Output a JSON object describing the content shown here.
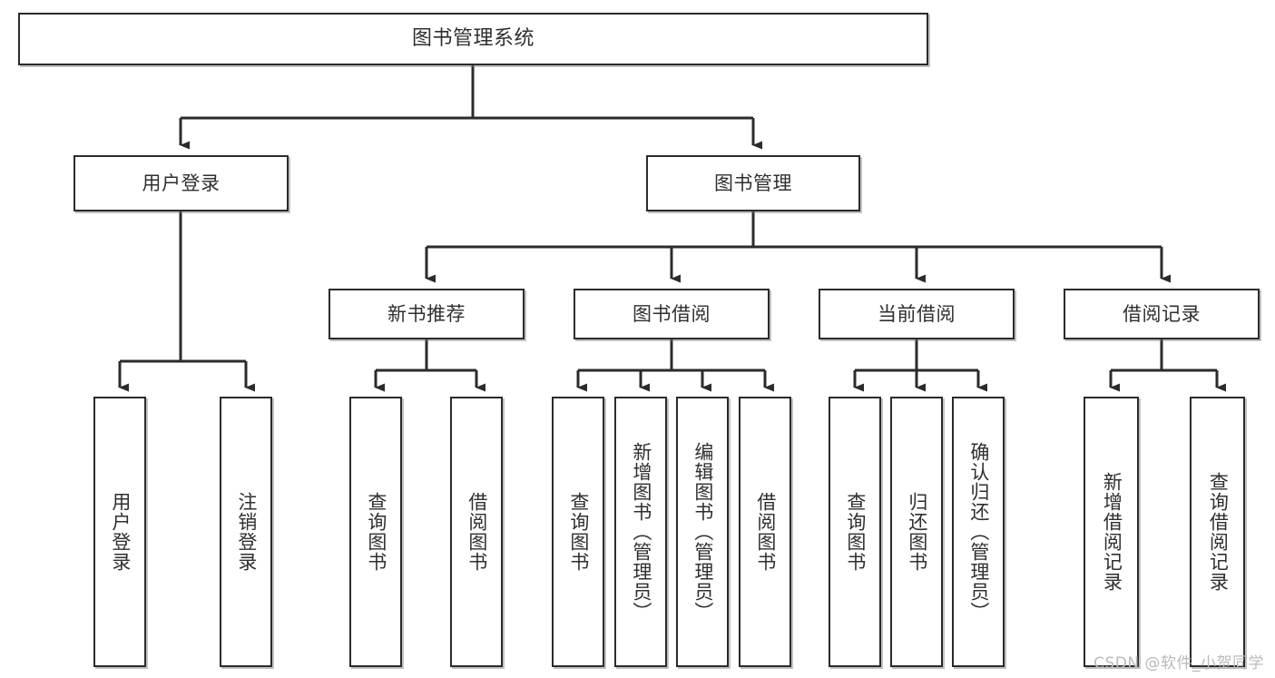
{
  "diagram": {
    "title": "图书管理系统",
    "type": "tree",
    "watermark": "CSDN @软件_小贺同学",
    "colors": {
      "stroke": "#2b2b2b",
      "text": "#2f2f2f",
      "background": "#ffffff",
      "watermark": "#b9b9b9"
    },
    "root": {
      "label": "图书管理系统"
    },
    "level2": [
      {
        "label": "用户登录"
      },
      {
        "label": "图书管理"
      }
    ],
    "level3": [
      {
        "label": "新书推荐"
      },
      {
        "label": "图书借阅"
      },
      {
        "label": "当前借阅"
      },
      {
        "label": "借阅记录"
      }
    ],
    "leaves": {
      "user_login": [
        {
          "label": "用户登录"
        },
        {
          "label": "注销登录"
        }
      ],
      "new_book_recommend": [
        {
          "label": "查询图书"
        },
        {
          "label": "借阅图书"
        }
      ],
      "book_borrow": [
        {
          "label": "查询图书"
        },
        {
          "label": "新增图书（管理员）"
        },
        {
          "label": "编辑图书（管理员）"
        },
        {
          "label": "借阅图书"
        }
      ],
      "current_borrow": [
        {
          "label": "查询图书"
        },
        {
          "label": "归还图书"
        },
        {
          "label": "确认归还（管理员）"
        }
      ],
      "borrow_record": [
        {
          "label": "新增借阅记录"
        },
        {
          "label": "查询借阅记录"
        }
      ]
    }
  }
}
